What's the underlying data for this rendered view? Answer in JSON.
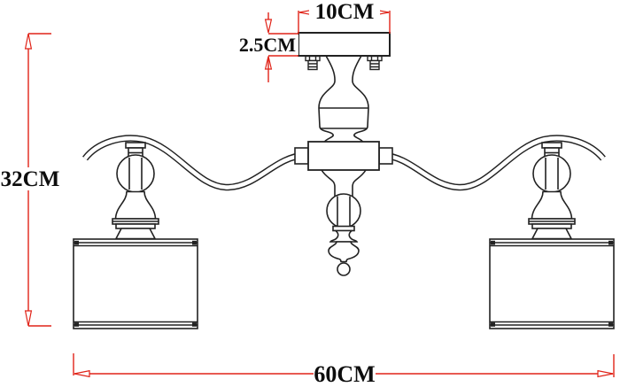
{
  "drawing": {
    "subject": "Two-arm ceiling chandelier with drum shades, dimensioned front elevation",
    "colors": {
      "line": "#222222",
      "dimension": "#e02318",
      "background": "#ffffff"
    },
    "labels": {
      "plate_width": "10CM",
      "plate_height": "2.5CM",
      "overall_height": "32CM",
      "overall_width": "60CM"
    }
  }
}
